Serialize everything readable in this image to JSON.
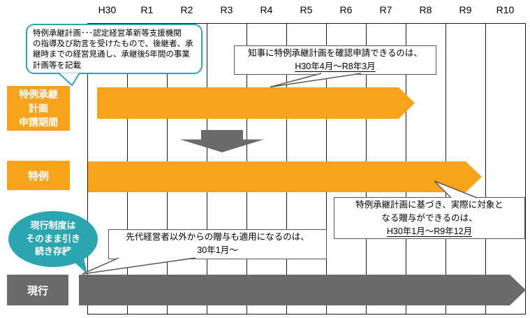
{
  "colors": {
    "orange": "#F9A21B",
    "gray": "#6A6A6A",
    "teal": "#2BA6B0",
    "callout_border": "#595959"
  },
  "axis": {
    "columns": [
      "H30",
      "R1",
      "R2",
      "R3",
      "R4",
      "R5",
      "R6",
      "R7",
      "R8",
      "R9",
      "R10"
    ]
  },
  "row_labels": {
    "plan_application": "特例承継\n計画\n申請期間",
    "tokurei": "特例",
    "genko": "現行"
  },
  "callouts": {
    "plan_note": "特例承継計画･･･認定経営革新等支援機関\nの指導及び助言を受けたもので、後継者、承\n継時までの経営見通し、承継後5年間の事業\n計画等を記載",
    "application_period": {
      "line1": "知事に特例承継計画を確認申請できるのは、",
      "period": "H30年4月～R8年3月"
    },
    "gift_target": {
      "line1": "特例承継計画に基づき、実際に対象と\nなる贈与ができるのは、",
      "period": "H30年1月～R9年12月"
    },
    "other_donor": "先代経営者以外からの贈与も適用になるのは、\n30年1月～",
    "current_system": "現行制度は\nそのまま引き\n続き存続"
  }
}
